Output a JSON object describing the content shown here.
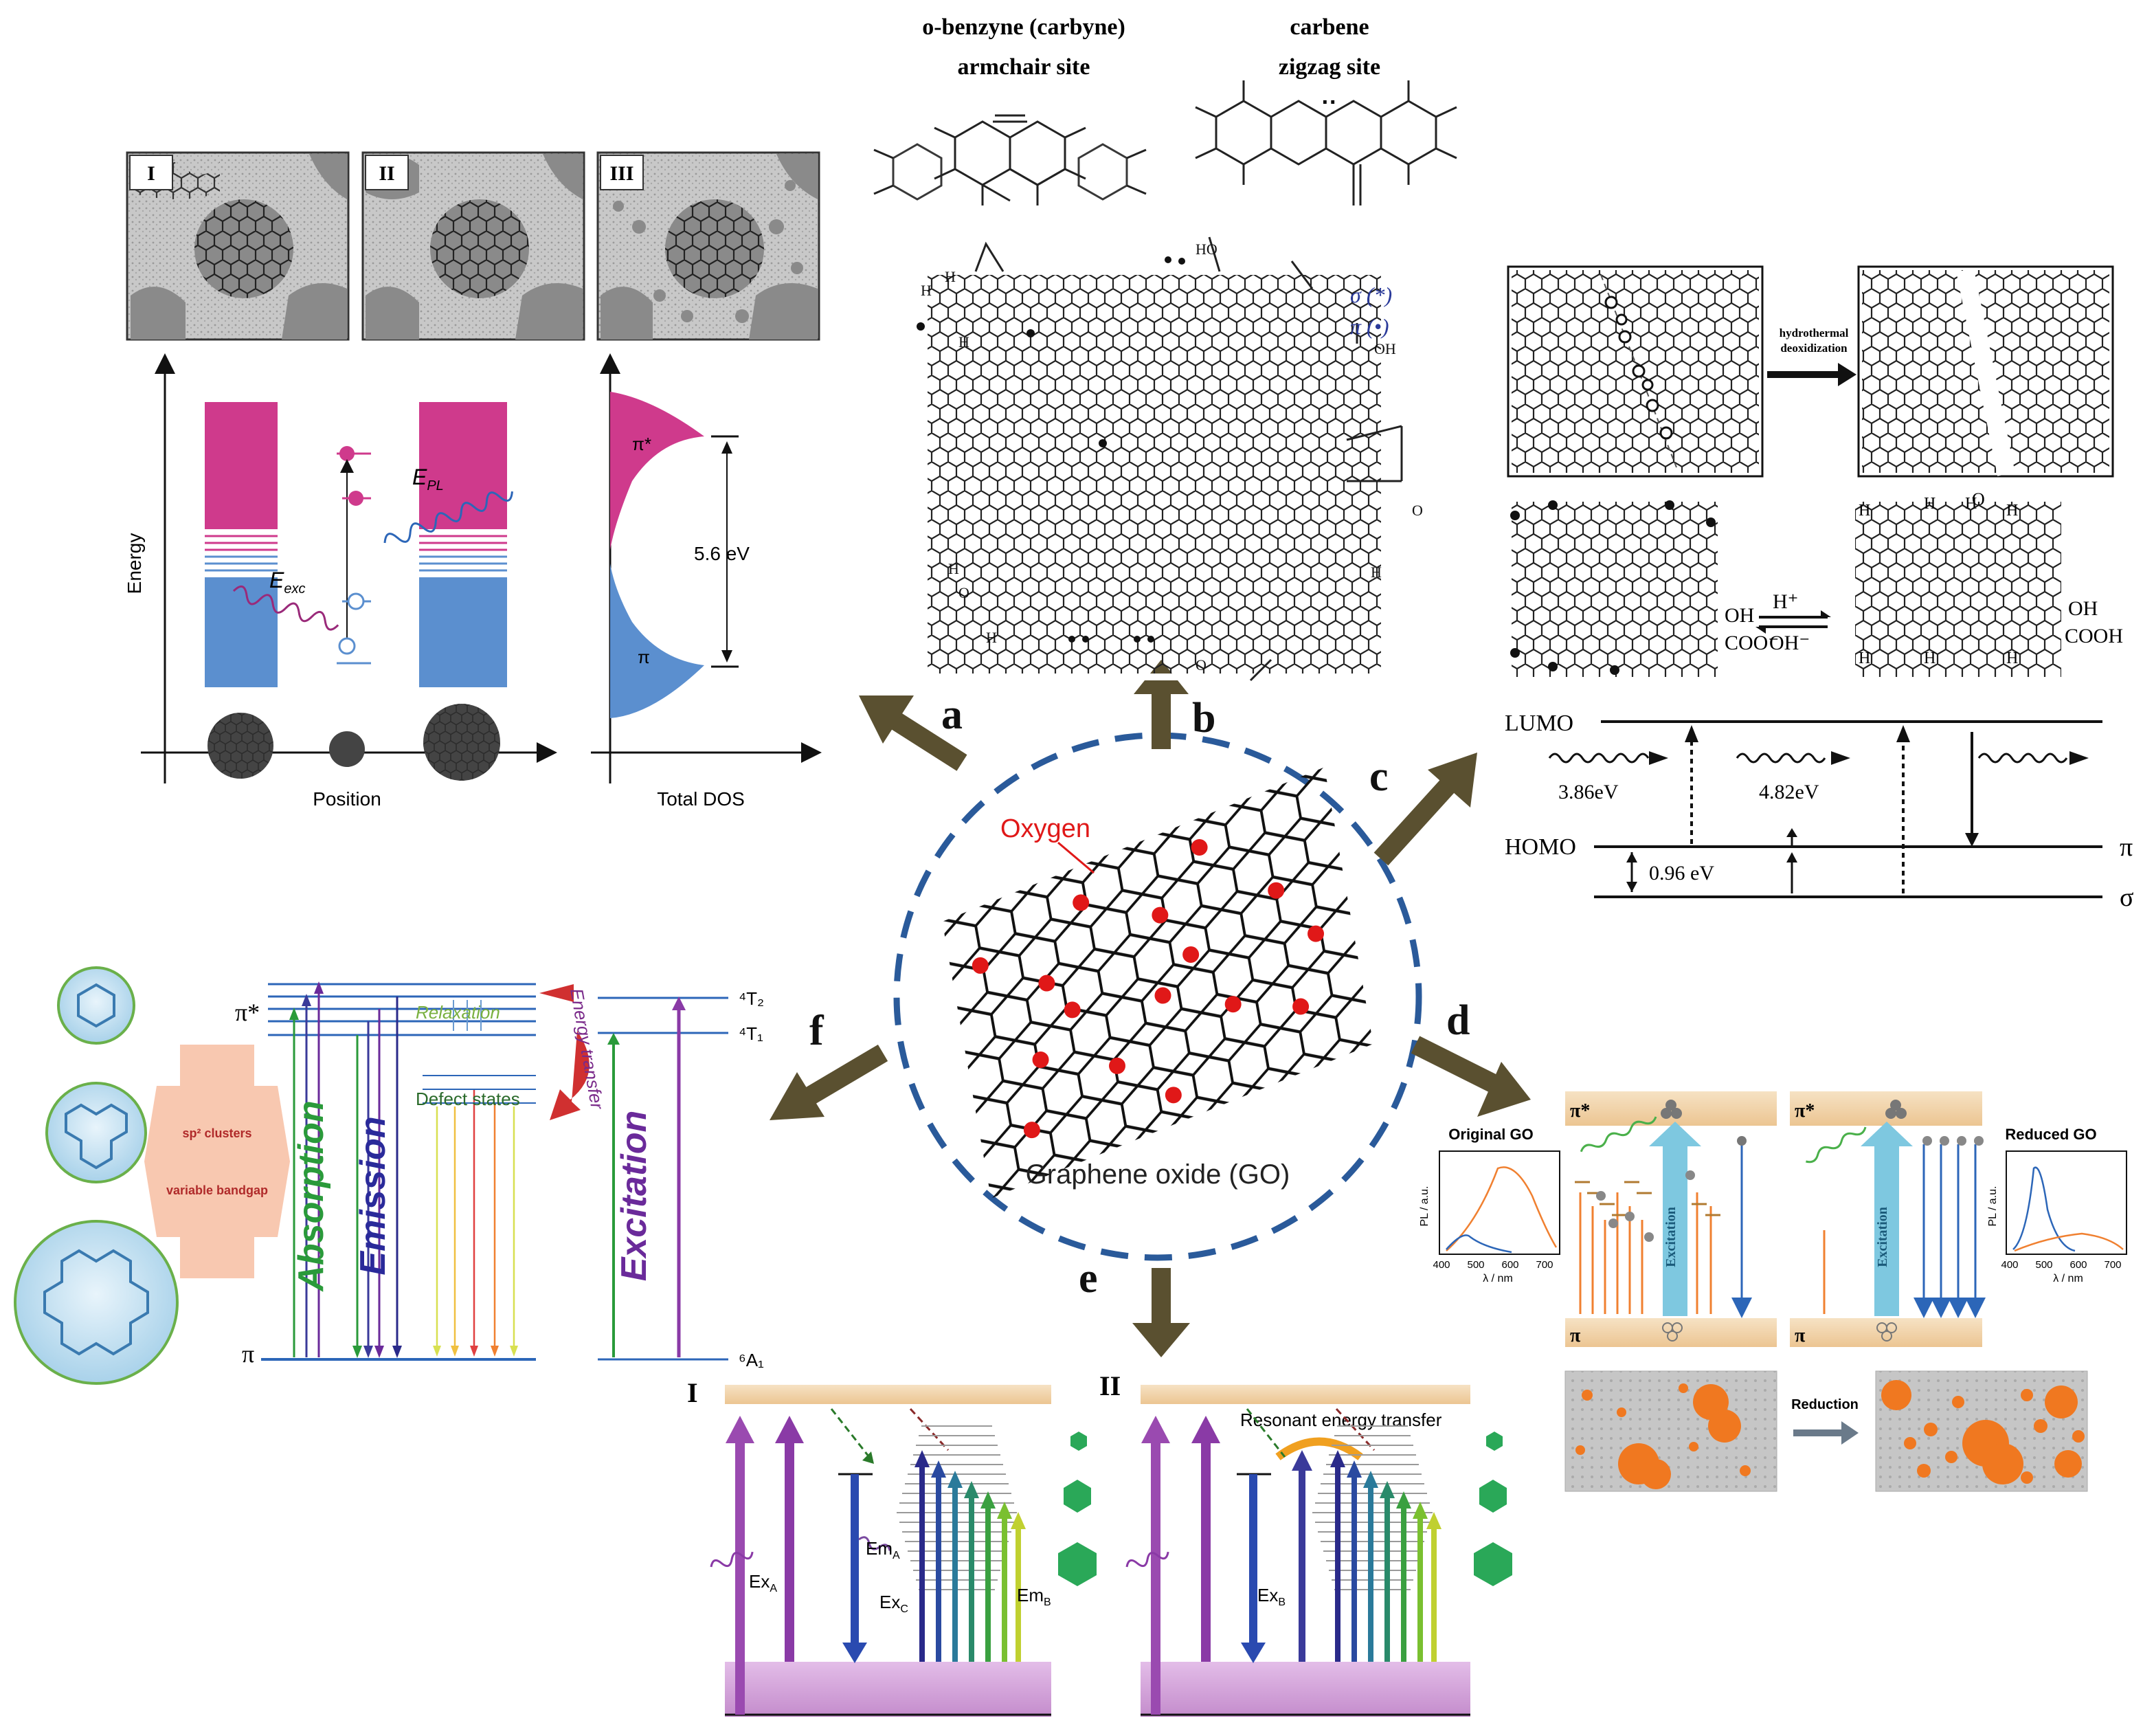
{
  "center": {
    "oxygen_label": "Oxygen",
    "caption": "Graphene oxide (GO)"
  },
  "arrow_letters": [
    "a",
    "b",
    "c",
    "d",
    "e",
    "f"
  ],
  "panel_a": {
    "insets": [
      "I",
      "II",
      "III"
    ],
    "energy_label": "Energy",
    "position_label": "Position",
    "dos_label": "Total DOS",
    "exc_label": "E",
    "exc_sub": "exc",
    "pl_label": "E",
    "pl_sub": "PL",
    "pi_star": "π*",
    "pi": "π",
    "gap": "5.6 eV"
  },
  "panel_b": {
    "title_left_1": "o-benzyne (carbyne)",
    "title_left_2": "armchair site",
    "title_right_1": "carbene",
    "title_right_2": "zigzag site",
    "legend_sigma": "σ (*)",
    "legend_pi": "π (•)",
    "labels": [
      "H",
      "H",
      "H",
      "H",
      "H",
      "H",
      "OH",
      "HO",
      "O",
      "O",
      "O"
    ]
  },
  "panel_c": {
    "process_1": "hydrothermal",
    "process_2": "deoxidization",
    "acid": "H⁺",
    "base": "OH⁻",
    "oh_left": "OH",
    "coo_left": "COO⁻",
    "oh_right": "OH",
    "cooh_right": "COOH",
    "lumo": "LUMO",
    "homo": "HOMO",
    "pi": "π",
    "sigma": "σ",
    "e1": "3.86eV",
    "e2": "4.82eV",
    "e3": "0.96 eV"
  },
  "panel_d": {
    "title_left": "Original GO",
    "title_right": "Reduced GO",
    "pi_star": "π*",
    "pi": "π",
    "excitation": "Excitation",
    "reduction": "Reduction",
    "ylabel": "PL / a.u.",
    "xlabel": "λ / nm",
    "ticks": [
      "400",
      "500",
      "600",
      "700"
    ]
  },
  "panel_e": {
    "label_I": "I",
    "label_II": "II",
    "resonant": "Resonant energy transfer",
    "exA": "Ex",
    "exA_sub": "A",
    "emA": "Em",
    "emA_sub": "A",
    "exC": "Ex",
    "exC_sub": "C",
    "emB": "Em",
    "emB_sub": "B",
    "exB": "Ex",
    "exB_sub": "B"
  },
  "panel_f": {
    "pi_star": "π*",
    "pi": "π",
    "sp2_1": "sp² clusters",
    "sp2_2": "variable bandgap",
    "absorption": "Absorption",
    "emission": "Emission",
    "excitation": "Excitation",
    "relaxation": "Relaxation",
    "energy_transfer": "Energy transfer",
    "defect": "Defect states",
    "t2": "⁴T₂",
    "t1": "⁴T₁",
    "a1": "⁶A₁"
  },
  "colors": {
    "magenta": "#cf3a8c",
    "blue_band": "#5b8fcf",
    "arrow_olive": "#5a5030",
    "circle_dash": "#2a5a9a",
    "oxygen_red": "#e01818",
    "beige": "#f2d4a8",
    "lilac": "#d9a7e0",
    "purple": "#8a3aa6",
    "green_text": "#2a9a3a"
  }
}
